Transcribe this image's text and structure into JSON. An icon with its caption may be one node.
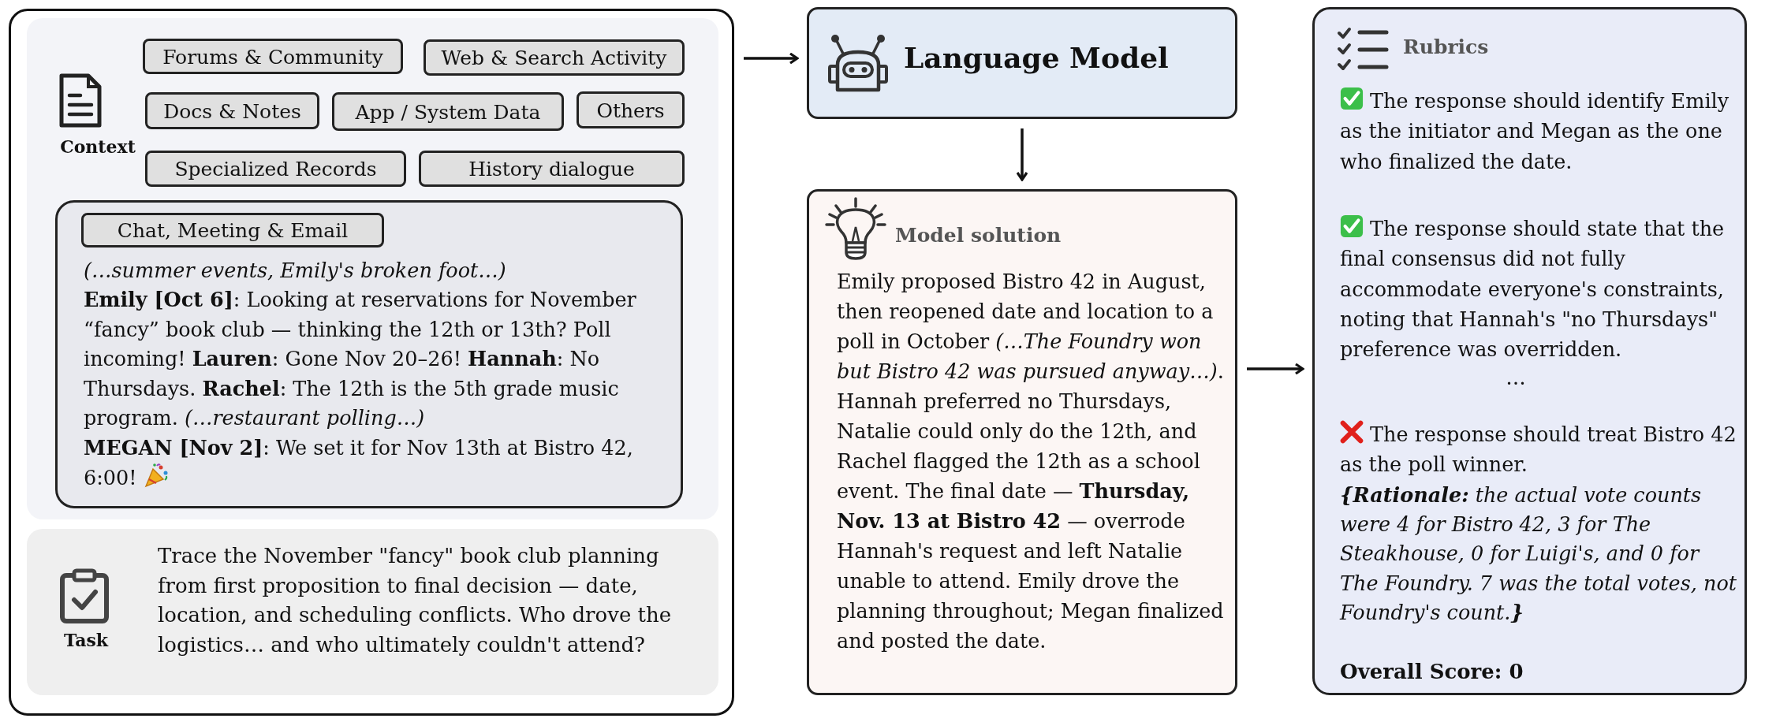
{
  "diagram": {
    "nodes": [
      {
        "text": [],
        "shape": "box"
      },
      {
        "text": [
          "Context"
        ],
        "in": 0
      },
      {
        "text": [
          "Forums & Community"
        ],
        "in": 1
      },
      {
        "text": [
          "Web & Search Activity"
        ],
        "in": 1
      },
      {
        "text": [
          "Docs & Notes"
        ],
        "in": 1
      },
      {
        "text": [
          "App / System Data"
        ],
        "in": 1
      },
      {
        "text": [
          "Others"
        ],
        "in": 1
      },
      {
        "text": [
          "Specialized Records"
        ],
        "in": 1
      },
      {
        "text": [
          "History dialogue"
        ],
        "in": 1
      },
      {
        "text": [
          "(…summer events, Emily's broken foot…)",
          "**Emily [Oct 6]**: Looking at reservations for November “fancy” book club — thinking the 12th or 13th? Poll incoming! **Lauren**: Gone Nov 20–26! **Hannah**: No Thursdays. **Rachel**: The 12th is the 5th grade music program. *(…restaurant polling…)*",
          "**MEGAN [Nov 2]**: We set it for Nov 13th at Bistro 42, 6:00!"
        ],
        "in": 1
      },
      {
        "text": [
          "Chat, Meeting & Email"
        ],
        "in": 9
      },
      {
        "text": [
          "Task",
          "Trace the November \"fancy\" book club planning from first proposition to final decision — date, location, and scheduling conflicts. Who drove the logistics… and who ultimately couldn't attend?"
        ],
        "in": 0
      },
      {
        "text": [
          "Language Model"
        ]
      },
      {
        "text": [
          "Model solution",
          "Emily proposed Bistro 42 in August, then reopened date and location to a poll in October *(…The Foundry won but Bistro 42 was pursued anyway…)*. Hannah preferred no Thursdays, Natalie could only do the 12th, and Rachel flagged the 12th as a school event. The final date — **Thursday, Nov. 13 at Bistro 42** — overrode Hannah's request and left Natalie unable to attend. Emily drove the planning throughout; Megan finalized and posted the date."
        ]
      },
      {
        "text": [
          "Rubrics",
          "The response should identify Emily as the initiator and Megan as the one who finalized the date.",
          "The response should state that the final consensus did not fully accommodate everyone's constraints, noting that Hannah's \"no Thursdays\" preference was overridden.",
          "…",
          "The response should treat Bistro 42 as the poll winner.",
          "**{Rationale:** the actual vote counts were 4 for Bistro 42, 3 for The Steakhouse, 0 for Luigi's, and 0 for The Foundry. 7 was the total votes, not Foundry's count.**}**",
          "Overall Score: 0"
        ]
      }
    ],
    "edges": [
      {
        "from": 0,
        "to": 12,
        "arrow": "to"
      },
      {
        "from": 12,
        "to": 13,
        "arrow": "to"
      },
      {
        "from": 13,
        "to": 14,
        "arrow": "to"
      }
    ]
  }
}
